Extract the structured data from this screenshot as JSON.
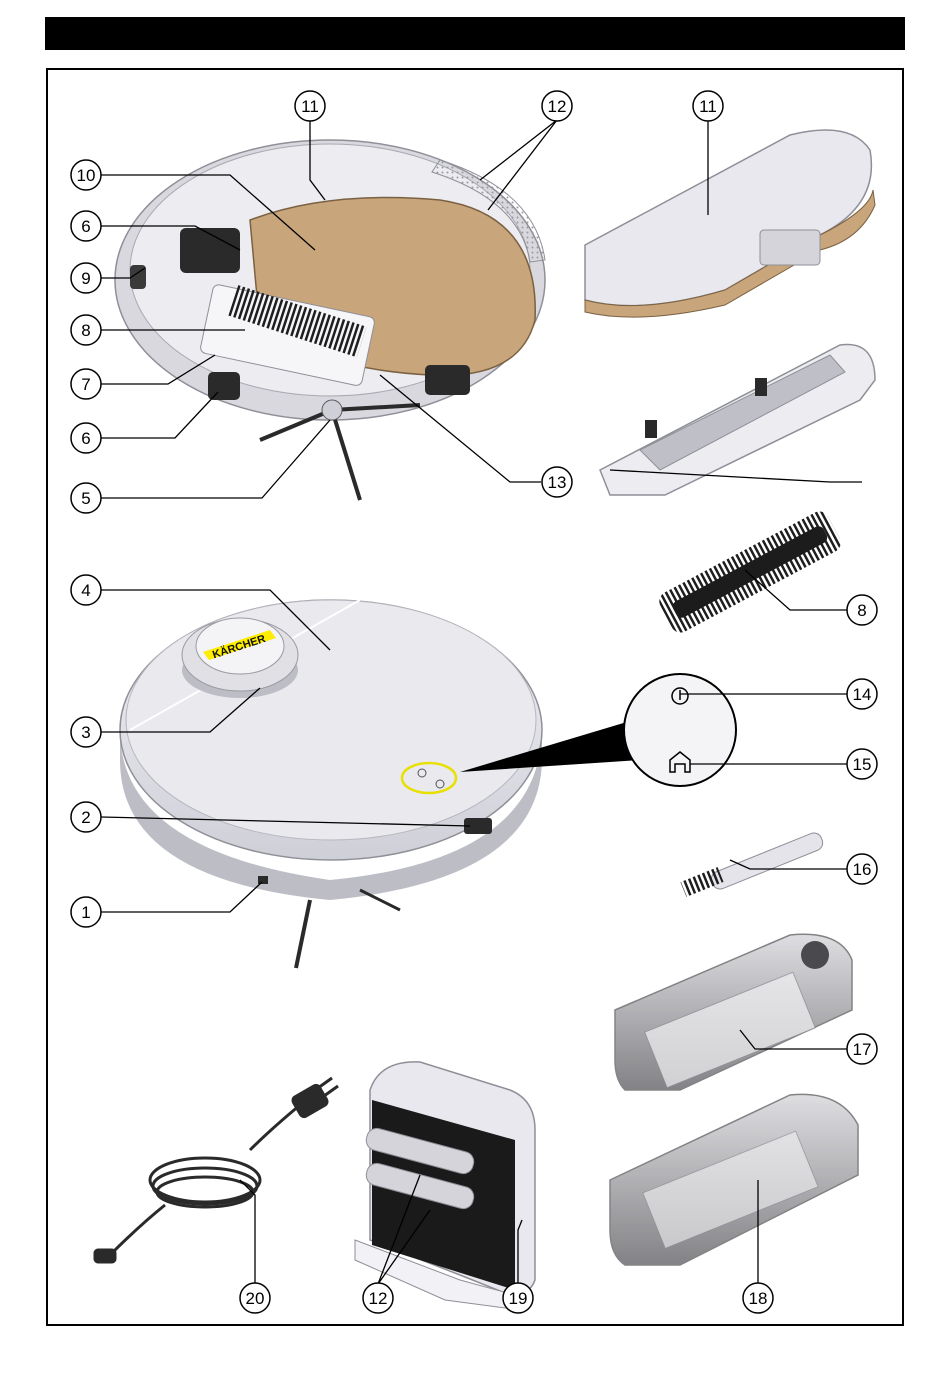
{
  "callouts": [
    {
      "id": "c11a",
      "label": "11"
    },
    {
      "id": "c12a",
      "label": "12"
    },
    {
      "id": "c11b",
      "label": "11"
    },
    {
      "id": "c10",
      "label": "10"
    },
    {
      "id": "c6a",
      "label": "6"
    },
    {
      "id": "c9",
      "label": "9"
    },
    {
      "id": "c8a",
      "label": "8"
    },
    {
      "id": "c7",
      "label": "7"
    },
    {
      "id": "c6b",
      "label": "6"
    },
    {
      "id": "c5",
      "label": "5"
    },
    {
      "id": "c13",
      "label": "13"
    },
    {
      "id": "c8b",
      "label": "8"
    },
    {
      "id": "c4",
      "label": "4"
    },
    {
      "id": "c3",
      "label": "3"
    },
    {
      "id": "c14",
      "label": "14"
    },
    {
      "id": "c15",
      "label": "15"
    },
    {
      "id": "c2",
      "label": "2"
    },
    {
      "id": "c16",
      "label": "16"
    },
    {
      "id": "c1",
      "label": "1"
    },
    {
      "id": "c17",
      "label": "17"
    },
    {
      "id": "c18",
      "label": "18"
    },
    {
      "id": "c20",
      "label": "20"
    },
    {
      "id": "c12b",
      "label": "12"
    },
    {
      "id": "c19",
      "label": "19"
    }
  ],
  "brand_logo_text": "KÄRCHER",
  "colors": {
    "frame": "#000000",
    "robot_body": "#e4e4ea",
    "robot_shadow": "#bdbdc6",
    "mop_pad": "#c8a57b",
    "brush": "#2a2a2a",
    "logo_yellow": "#ffed00",
    "highlight_ring": "#e8e000",
    "tank": "#9a9a9a"
  }
}
